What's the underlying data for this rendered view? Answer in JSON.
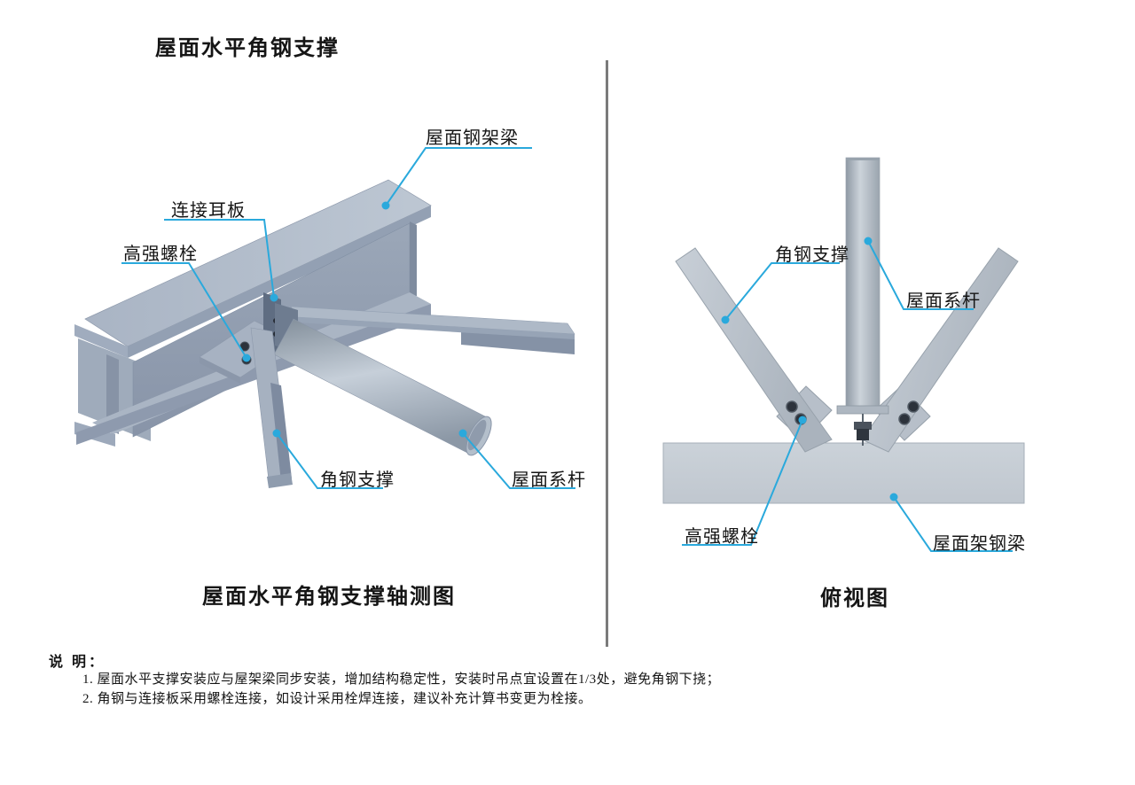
{
  "page": {
    "title": "屋面水平角钢支撑"
  },
  "left_view": {
    "caption": "屋面水平角钢支撑轴测图",
    "labels": {
      "roof_frame_beam": "屋面钢架梁",
      "connection_lug": "连接耳板",
      "hs_bolt": "高强螺栓",
      "angle_brace": "角钢支撑",
      "roof_tie": "屋面系杆"
    }
  },
  "right_view": {
    "caption": "俯视图",
    "labels": {
      "angle_brace": "角钢支撑",
      "roof_tie": "屋面系杆",
      "hs_bolt": "高强螺栓",
      "roof_frame_beam": "屋面架钢梁"
    }
  },
  "notes": {
    "heading": "说 明：",
    "items": [
      "1. 屋面水平支撑安装应与屋架梁同步安装，增加结构稳定性，安装时吊点宜设置在1/3处，避免角钢下挠；",
      "2. 角钢与连接板采用螺栓连接，如设计采用栓焊连接，建议补充计算书变更为栓接。"
    ]
  },
  "colors": {
    "leader": "#2aa9dc",
    "divider": "#7b7b7b",
    "steel_light": "#bcc6d2",
    "steel_medium": "#94a0b3",
    "steel_dark": "#5f6d82",
    "steel_gray_light": "#c9d0d8",
    "steel_gray_medium": "#b4bcc6",
    "bolt_dark": "#2c323b",
    "text": "#151515"
  }
}
